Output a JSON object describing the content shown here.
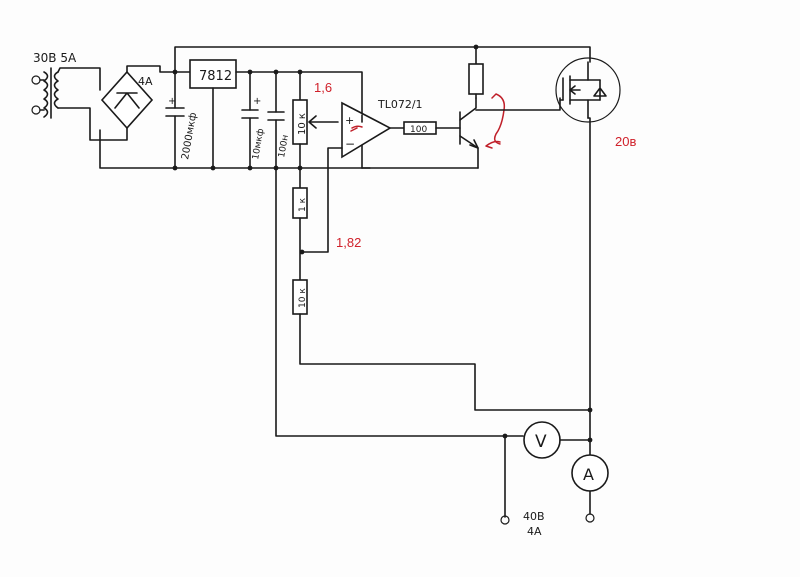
{
  "labels": {
    "transformer_rating": "30В 5А",
    "bridge_current": "4А",
    "regulator": "7812",
    "cap_main": "2000мкф",
    "cap_mid": "10мкф",
    "cap_small": "100н",
    "pot": "10 к",
    "opamp": "TL072/1",
    "opamp_plus": "+",
    "opamp_minus": "−",
    "base_resistor": "100",
    "res_1k": "1 к",
    "res_bottom": "10 к",
    "voltmeter": "V",
    "ammeter": "A",
    "output_rating_line1": "40В",
    "output_rating_line2": "4А"
  },
  "annotations": {
    "voltage_top": "1,6",
    "voltage_mid": "1,82",
    "voltage_out": "20в"
  },
  "colors": {
    "ink": "#1a1a1a",
    "annotation": "#d0212b"
  }
}
